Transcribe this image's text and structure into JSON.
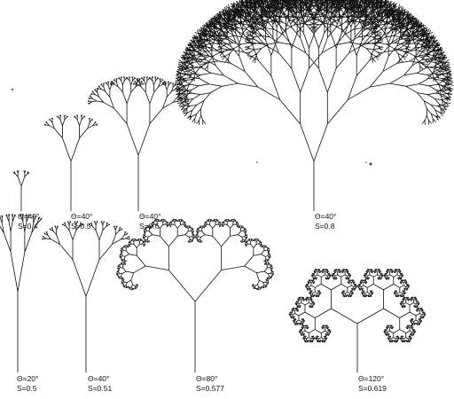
{
  "diagram": {
    "trees": [
      {
        "id": "t1",
        "angle_deg": 40,
        "scale": 0.4,
        "label_theta": "Θ=40°",
        "label_s": "S=0.4",
        "depth": 4,
        "trunk": 28
      },
      {
        "id": "t2",
        "angle_deg": 40,
        "scale": 0.5,
        "label_theta": "Θ=40°",
        "label_s": "S=0.5",
        "depth": 5,
        "trunk": 56
      },
      {
        "id": "t3",
        "angle_deg": 40,
        "scale": 0.6,
        "label_theta": "Θ=40°",
        "label_s": "S=0.6",
        "depth": 7,
        "trunk": 63
      },
      {
        "id": "t4",
        "angle_deg": 40,
        "scale": 0.8,
        "label_theta": "Θ=40°",
        "label_s": "S=0.8",
        "depth": 11,
        "trunk": 56
      },
      {
        "id": "t5",
        "angle_deg": 20,
        "scale": 0.5,
        "label_theta": "Θ=20°",
        "label_s": "S=0.5",
        "depth": 5,
        "trunk": 91
      },
      {
        "id": "t6",
        "angle_deg": 40,
        "scale": 0.51,
        "label_theta": "Θ=40°",
        "label_s": "S=0.51",
        "depth": 6,
        "trunk": 86
      },
      {
        "id": "t7",
        "angle_deg": 80,
        "scale": 0.577,
        "label_theta": "Θ=80°",
        "label_s": "S=0.577",
        "depth": 11,
        "trunk": 80
      },
      {
        "id": "t8",
        "angle_deg": 120,
        "scale": 0.619,
        "label_theta": "Θ=120°",
        "label_s": "S=0.619",
        "depth": 13,
        "trunk": 55
      }
    ],
    "line_color": "#111111"
  }
}
